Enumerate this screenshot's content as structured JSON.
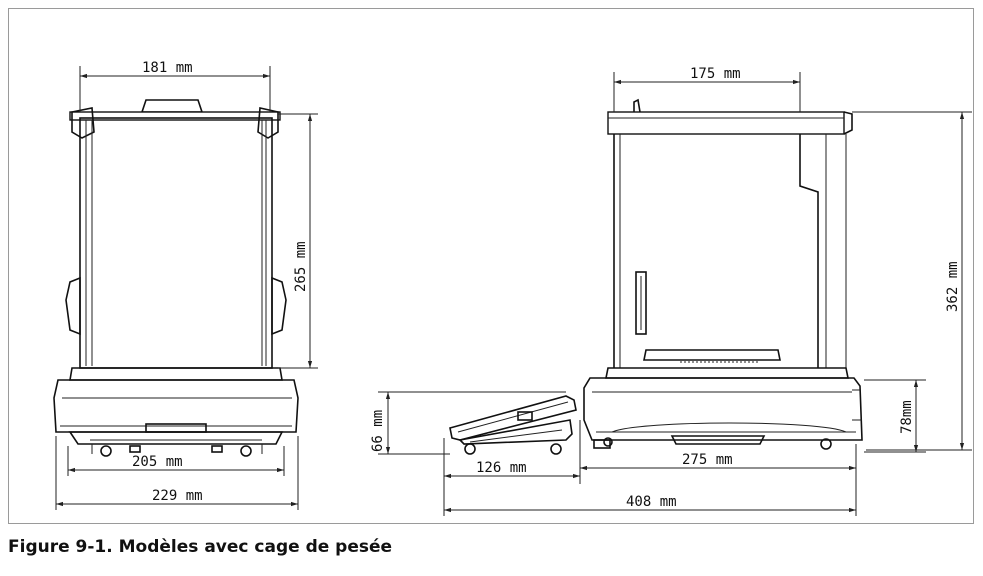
{
  "caption": "Figure 9-1.  Modèles avec cage de pesée",
  "dimensions": {
    "front_top_width": "181 mm",
    "front_height": "265 mm",
    "front_base_width": "205 mm",
    "front_total_width": "229 mm",
    "side_top_width": "175 mm",
    "side_height": "362 mm",
    "side_base_height": "78mm",
    "side_depth": "275 mm",
    "terminal_height": "66 mm",
    "terminal_depth": "126 mm",
    "total_depth": "408 mm"
  }
}
